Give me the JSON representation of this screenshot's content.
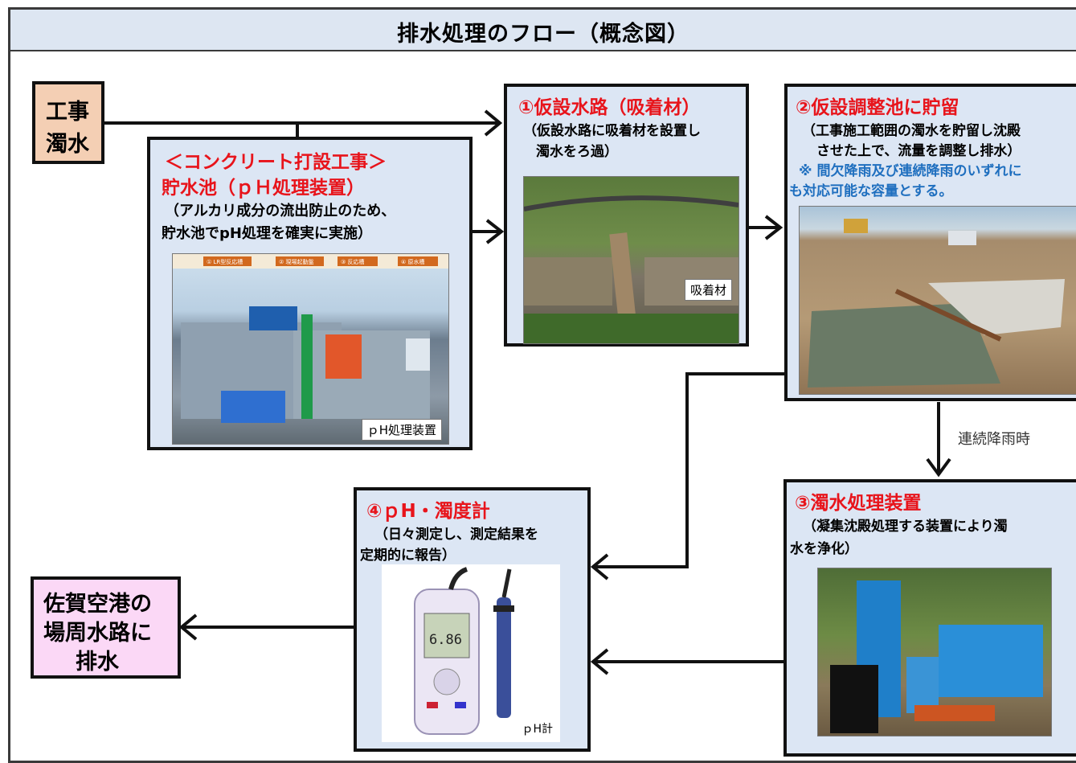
{
  "title": "排水処理のフロー（概念図）",
  "source_box": {
    "line1": "工事",
    "line2": "濁水"
  },
  "concrete_box": {
    "heading1": "＜コンクリート打設工事＞",
    "heading2": "貯水池（ｐＨ処理装置）",
    "desc1": "（アルカリ成分の流出防止のため、",
    "desc2": "貯水池でpH処理を確実に実施）",
    "photo_caption": "ｐH処理装置",
    "photo_labels": [
      "① LR型反応槽",
      "② 現場起動盤",
      "③ 反応槽",
      "④ 原水槽"
    ]
  },
  "step1": {
    "heading": "①仮設水路（吸着材）",
    "desc1": "（仮設水路に吸着材を設置し",
    "desc2": "濁水をろ過）",
    "photo_caption": "吸着材"
  },
  "step2": {
    "heading": "②仮設調整池に貯留",
    "desc1": "（工事施工範囲の濁水を貯留し沈殿",
    "desc2": "させた上で、流量を調整し排水）",
    "note1": "※ 間欠降雨及び連続降雨のいずれに",
    "note2": "も対応可能な容量とする。"
  },
  "continuous_rain_label": "連続降雨時",
  "step3": {
    "heading": "③濁水処理装置",
    "desc1": "（凝集沈殿処理する装置により濁",
    "desc2": "水を浄化）"
  },
  "step4": {
    "heading": "④ｐH・濁度計",
    "desc1": "（日々測定し、測定結果を",
    "desc2": "定期的に報告）",
    "photo_caption": "ｐH計",
    "meter_reading": "6.86"
  },
  "destination_box": {
    "line1": "佐賀空港の",
    "line2": "場周水路に",
    "line3": "排水"
  },
  "colors": {
    "box_fill": "#dce6f4",
    "source_fill": "#f4cfb4",
    "dest_fill": "#fbd8f6",
    "heading_red": "#e8141b",
    "note_blue": "#1f6fbf"
  }
}
